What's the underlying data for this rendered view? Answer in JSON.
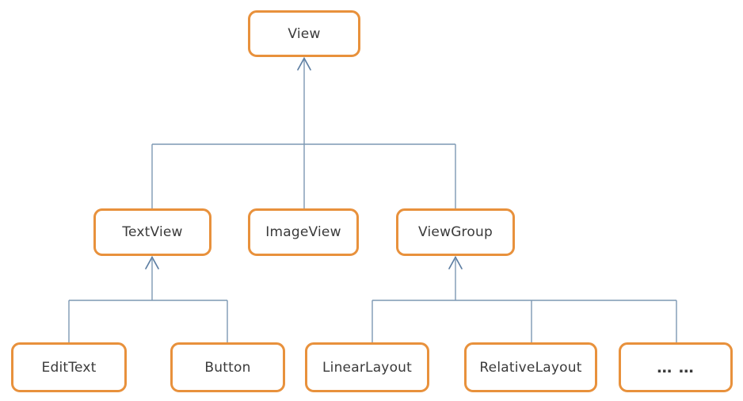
{
  "diagram": {
    "description": "Class inheritance hierarchy of Android UI view classes",
    "colors": {
      "background": "#FFFFFF",
      "box_border": "#E8913C",
      "box_fill": "#FFFFFF",
      "line": "#7D98B3",
      "arrow": "#5E7FA3",
      "text": "#3A3A3A"
    },
    "nodes": {
      "view": {
        "label": "View"
      },
      "textview": {
        "label": "TextView"
      },
      "imageview": {
        "label": "ImageView"
      },
      "viewgroup": {
        "label": "ViewGroup"
      },
      "edittext": {
        "label": "EditText"
      },
      "button": {
        "label": "Button"
      },
      "linearlayout": {
        "label": "LinearLayout"
      },
      "relativelayout": {
        "label": "RelativeLayout"
      },
      "others": {
        "label": "… …"
      }
    },
    "edges": [
      {
        "from": "TextView",
        "to": "View",
        "type": "inheritance-arrow"
      },
      {
        "from": "ImageView",
        "to": "View",
        "type": "inheritance-arrow"
      },
      {
        "from": "ViewGroup",
        "to": "View",
        "type": "inheritance-arrow"
      },
      {
        "from": "EditText",
        "to": "TextView",
        "type": "inheritance-arrow"
      },
      {
        "from": "Button",
        "to": "TextView",
        "type": "inheritance-arrow"
      },
      {
        "from": "LinearLayout",
        "to": "ViewGroup",
        "type": "inheritance-arrow"
      },
      {
        "from": "RelativeLayout",
        "to": "ViewGroup",
        "type": "inheritance-arrow"
      },
      {
        "from": "… …",
        "to": "ViewGroup",
        "type": "inheritance-arrow"
      }
    ]
  }
}
